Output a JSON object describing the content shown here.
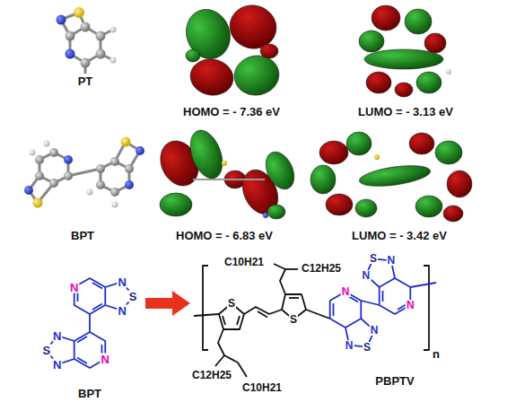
{
  "diagram": {
    "labels": [
      "PT",
      "HOMO = - 7.36 eV",
      "LUMO = - 3.13 eV",
      "BPT",
      "HOMO = - 6.83 eV",
      "LUMO = - 3.42 eV",
      "N",
      "N",
      "S",
      "N",
      "N",
      "S",
      "N",
      "N",
      "BPT",
      "S",
      "C10H21",
      "C12H25",
      "S",
      "C12H25",
      "C10H21",
      "N",
      "N",
      "S",
      "N",
      "N",
      "S",
      "N",
      "N",
      "n",
      "PBPTV"
    ]
  }
}
